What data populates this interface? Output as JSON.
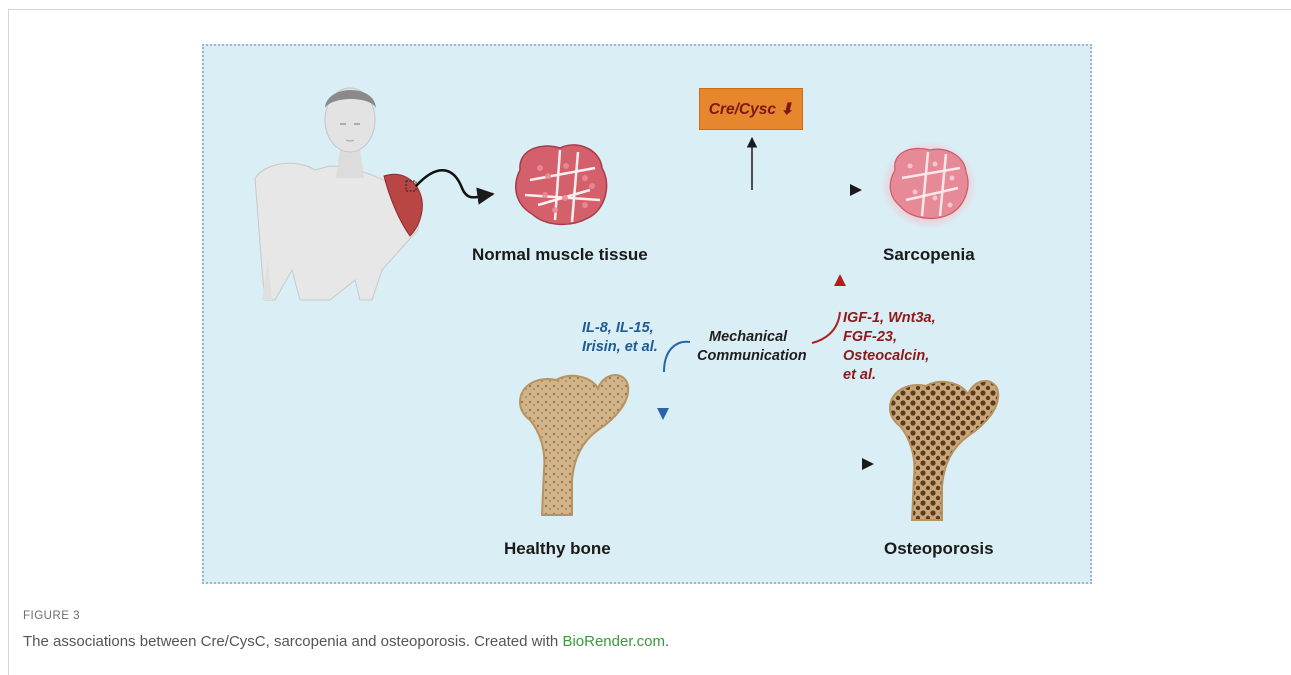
{
  "labels": {
    "normal_muscle": "Normal muscle tissue",
    "sarcopenia": "Sarcopenia",
    "healthy_bone": "Healthy bone",
    "osteoporosis": "Osteoporosis",
    "cre_cysc": "Cre/Cysc",
    "cre_cysc_arrow": "⬇"
  },
  "myokines": [
    "IL-8, IL-15,",
    "Irisin, et al."
  ],
  "mechanical": [
    "Mechanical",
    "Communication"
  ],
  "osteokines": [
    "IGF-1, Wnt3a,",
    "FGF-23,",
    "Osteocalcin,",
    "et al."
  ],
  "caption": {
    "heading": "FIGURE 3",
    "text": "The associations between Cre/CysC, sarcopenia and osteoporosis. Created with ",
    "link": "BioRender.com",
    "end": "."
  },
  "colors": {
    "panel_bg": "#daeef5",
    "orange_box": "#e8862d",
    "blue_arrow": "#2b64a8",
    "red_arrow": "#b01e1e",
    "link": "#3a9a3a"
  }
}
